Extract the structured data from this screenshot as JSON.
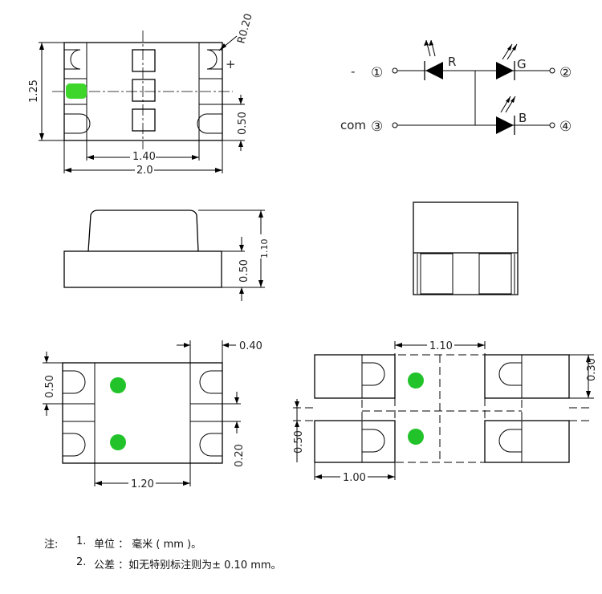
{
  "top_view": {
    "dim_height": "1.25",
    "dim_radius": "R0.20",
    "dim_pad": "0.50",
    "dim_inner": "1.40",
    "dim_width": "2.0",
    "polarity_plus": "+",
    "color_marker": "#3fd62c"
  },
  "schematic": {
    "pin1_sign": "-",
    "pin1": "①",
    "pin2": "②",
    "pin3_label": "com",
    "pin3": "③",
    "pin4": "④",
    "led_r": "R",
    "led_g": "G",
    "led_b": "B"
  },
  "side_view": {
    "dim_base": "0.50",
    "dim_total": "1.10"
  },
  "bottom_view": {
    "dim_pad_w": "0.40",
    "dim_pad_h": "0.50",
    "dim_gap": "0.20",
    "dim_span": "1.20",
    "color_dot": "#22c32a"
  },
  "footprint": {
    "dim_gap": "1.10",
    "dim_pad_w": "0.30",
    "dim_pad_h": "0.50",
    "dim_len": "1.00"
  },
  "notes": {
    "prefix": "注:",
    "line1_num": "1.",
    "line1_text": "单位 ： 毫米 ( mm )。",
    "line2_num": "2.",
    "line2_text": "公差 ：如无特别标注则为± 0.10 mm。"
  }
}
